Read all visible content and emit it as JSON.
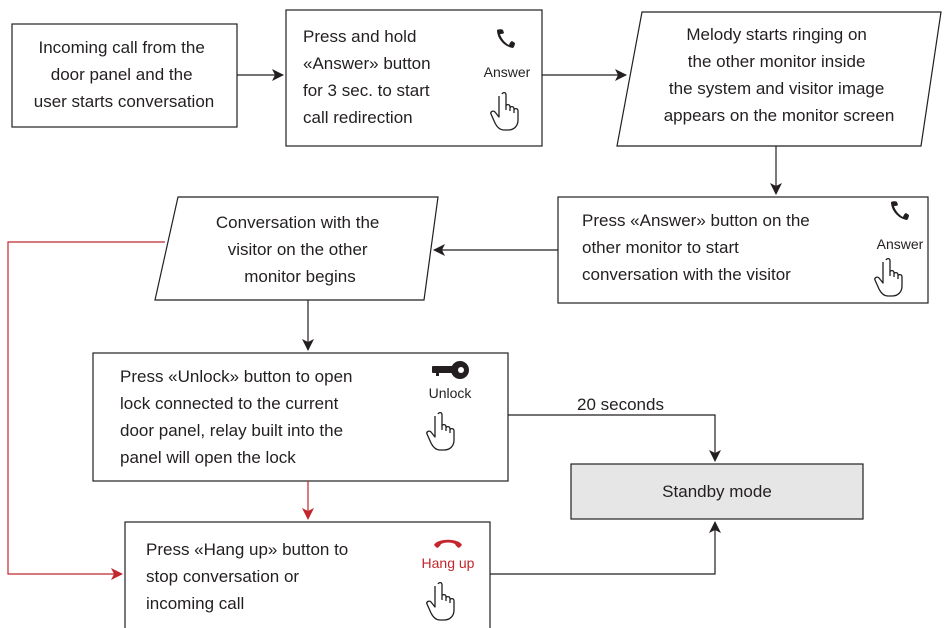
{
  "nodes": {
    "incoming_call": {
      "lines": [
        "Incoming call from the",
        "door panel and the",
        "user starts conversation"
      ]
    },
    "press_hold_answer": {
      "lines": [
        "Press  and hold",
        "«Answer» button",
        "for 3 sec. to start",
        "call redirection"
      ],
      "icon_label": "Answer",
      "icon": "phone-handset-icon"
    },
    "melody_ringing": {
      "lines": [
        "Melody starts ringing on",
        "the other monitor inside",
        "the system and visitor image",
        "appears on the monitor screen"
      ]
    },
    "press_answer_other": {
      "lines": [
        "Press «Answer» button on the",
        "other monitor to start",
        "conversation with the visitor"
      ],
      "icon_label": "Answer",
      "icon": "phone-handset-icon"
    },
    "conversation_other": {
      "lines": [
        "Conversation with the",
        "visitor on the other",
        "monitor begins"
      ]
    },
    "press_unlock": {
      "lines": [
        "Press «Unlock» button to open",
        "lock connected to the current",
        "door panel, relay built into the",
        "panel will open the lock"
      ],
      "icon_label": "Unlock",
      "icon": "key-icon"
    },
    "standby": {
      "lines": [
        "Standby mode"
      ]
    },
    "press_hangup": {
      "lines": [
        "Press «Hang up» button to",
        "stop conversation or",
        "incoming call"
      ],
      "icon_label": "Hang up",
      "icon": "hangup-handset-icon"
    }
  },
  "edge_labels": {
    "timeout": "20 seconds"
  },
  "colors": {
    "ink": "#231f20",
    "red": "#c1272d",
    "standby_fill": "#e6e6e6"
  }
}
